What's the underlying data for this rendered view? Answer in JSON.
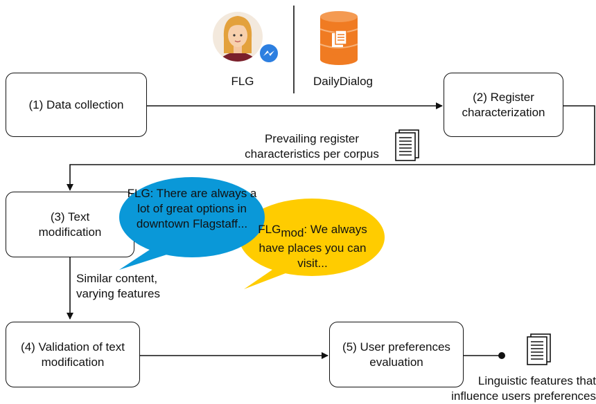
{
  "sources": {
    "flg_label": "FLG",
    "dailydialog_label": "DailyDialog"
  },
  "steps": {
    "s1": "(1) Data collection",
    "s2": "(2) Register characterization",
    "s3": "(3) Text modification",
    "s4": "(4) Validation of text modification",
    "s5": "(5) User preferences evaluation"
  },
  "annotations": {
    "register_output": "Prevailing register characteristics per corpus",
    "modification_output": "Similar content, varying features",
    "final_output": "Linguistic features that influence users preferences"
  },
  "bubbles": {
    "blue": "FLG: There are always a lot of great options in downtown Flagstaff...",
    "yellow_prefix": "FLG",
    "yellow_sub": "mod",
    "yellow_rest": ": We always have places you can visit..."
  },
  "colors": {
    "blue_bubble": "#0a98d8",
    "yellow_bubble": "#ffcc00",
    "database": "#f07b22",
    "messenger": "#2d7fe0"
  }
}
